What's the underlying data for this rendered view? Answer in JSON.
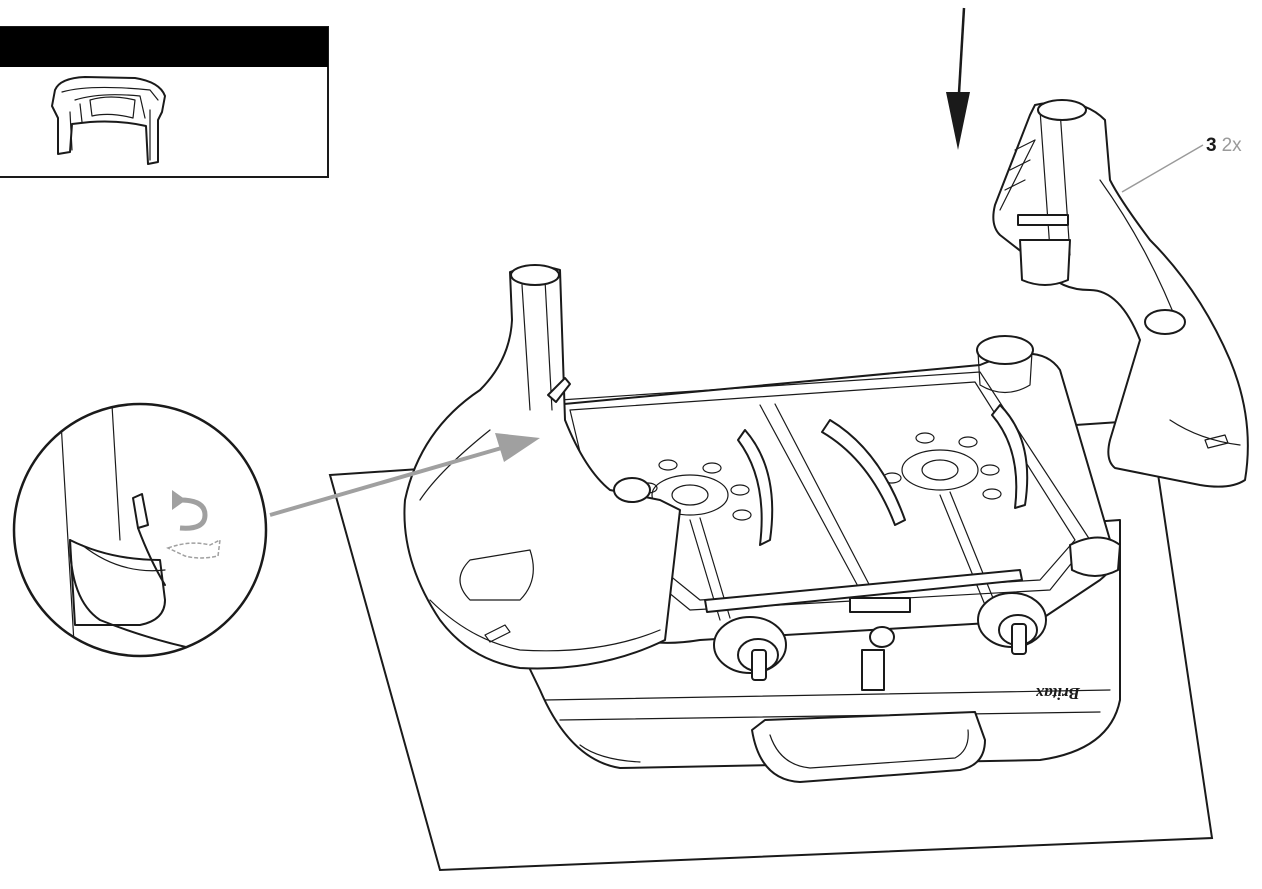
{
  "parts_panel": {
    "header_color": "#000000",
    "part_icon": "armrest-part-icon"
  },
  "callout": {
    "part_number": "3",
    "quantity": "2x"
  },
  "brand_mark": "Britax",
  "colors": {
    "line": "#1a1a1a",
    "leader": "#9a9a9a",
    "arrow_gray": "#a0a0a0"
  },
  "icons": [
    "down-arrow-icon",
    "rotate-arrow-icon",
    "zoom-arrow-icon"
  ]
}
